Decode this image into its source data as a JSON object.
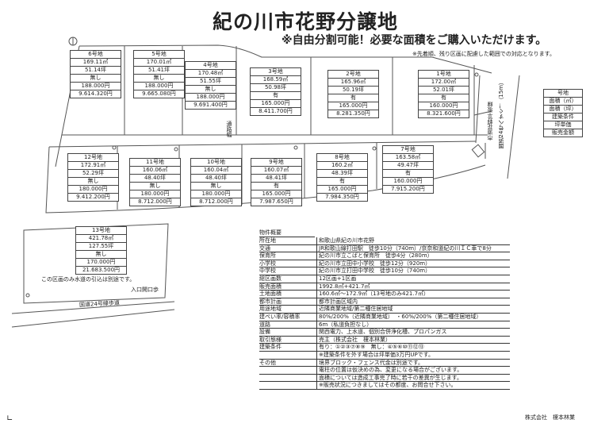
{
  "title": "紀の川市花野分譲地",
  "subtitle": "※自由分割可能！必要な面積をご購入いただけます。",
  "note": "※先着順、残り区画に配慮した範囲での対応となります。",
  "legend": [
    "号地",
    "面積（㎡）",
    "面積（坪）",
    "建築条件",
    "坪単価",
    "販売金額"
  ],
  "lots": [
    {
      "name": "1号地",
      "sqm": "172.00㎡",
      "tsubo": "52.01坪",
      "condition": "有",
      "unit_price": "160.000円",
      "price": "8.321.600円"
    },
    {
      "name": "2号地",
      "sqm": "165.96㎡",
      "tsubo": "50.19坪",
      "condition": "有",
      "unit_price": "165.000円",
      "price": "8.281.350円"
    },
    {
      "name": "3号地",
      "sqm": "168.59㎡",
      "tsubo": "50.98坪",
      "condition": "有",
      "unit_price": "165.000円",
      "price": "8.411.700円"
    },
    {
      "name": "4号地",
      "sqm": "170.48㎡",
      "tsubo": "51.55坪",
      "condition": "無し",
      "unit_price": "188.000円",
      "price": "9.691.400円"
    },
    {
      "name": "5号地",
      "sqm": "170.01㎡",
      "tsubo": "51.41坪",
      "condition": "無し",
      "unit_price": "188.000円",
      "price": "9.665.080円"
    },
    {
      "name": "6号地",
      "sqm": "169.11㎡",
      "tsubo": "51.14坪",
      "condition": "無し",
      "unit_price": "188.000円",
      "price": "9.614.320円"
    },
    {
      "name": "7号地",
      "sqm": "163.58㎡",
      "tsubo": "49.47坪",
      "condition": "有",
      "unit_price": "160.000円",
      "price": "7.915.200円"
    },
    {
      "name": "8号地",
      "sqm": "160.2㎡",
      "tsubo": "48.39坪",
      "condition": "有",
      "unit_price": "165.000円",
      "price": "7.984.350円"
    },
    {
      "name": "9号地",
      "sqm": "160.07㎡",
      "tsubo": "48.41坪",
      "condition": "有",
      "unit_price": "165.000円",
      "price": "7.987.650円"
    },
    {
      "name": "10号地",
      "sqm": "160.04㎡",
      "tsubo": "48.40坪",
      "condition": "無し",
      "unit_price": "180.000円",
      "price": "8.712.000円"
    },
    {
      "name": "11号地",
      "sqm": "160.06㎡",
      "tsubo": "48.40坪",
      "condition": "無し",
      "unit_price": "180.000円",
      "price": "8.712.000円"
    },
    {
      "name": "12号地",
      "sqm": "172.91㎡",
      "tsubo": "52.29坪",
      "condition": "無し",
      "unit_price": "180.000円",
      "price": "9.412.200円"
    },
    {
      "name": "13号地",
      "sqm": "421.78㎡",
      "tsubo": "127.55坪",
      "condition": "無し",
      "unit_price": "170.000円",
      "price": "21.683.500円"
    }
  ],
  "map_labels": {
    "lot13_note": "この区画のみ水道の引込は別途です。",
    "entrance": "入口開口歩",
    "national_road": "国道24号線歩道",
    "city_road": "市道花野平坂線",
    "to_route24": "国道24号へすぐ！（15m）",
    "inner_road": "通路幅"
  },
  "spec": {
    "heading": "物件概要",
    "rows": [
      {
        "k": "所在地",
        "v": "和歌山県紀の川市花野"
      },
      {
        "k": "交通",
        "v": "JR和歌山線打田駅　徒歩10分（740m）/京奈和道紀の川ＩＣ車で8分"
      },
      {
        "k": "保育所",
        "v": "紀の川市立こばと保育所　徒歩4分（280m）"
      },
      {
        "k": "小学校",
        "v": "紀の川市立田中小学校　徒歩12分（920m）"
      },
      {
        "k": "中学校",
        "v": "紀の川市立打田中学校　徒歩10分（740m）"
      },
      {
        "k": "総区画数",
        "v": "12区画+1区画"
      },
      {
        "k": "販売面積",
        "v": "1992.8㎡+421.7㎡"
      },
      {
        "k": "土地面積",
        "v": "160.6㎡～172.9㎡（13号地のみ421.7㎡）"
      },
      {
        "k": "都市計画",
        "v": "都市計画区域内"
      },
      {
        "k": "用途地域",
        "v": "近隣商業地域/第二種住居地域"
      },
      {
        "k": "建ぺい率/容積率",
        "v": "80%/200%（近隣商業地域）　・60%/200%（第二種住居地域）"
      },
      {
        "k": "道路",
        "v": "6m（私道負担なし）"
      },
      {
        "k": "設備",
        "v": "関西電力、上水道、個別合併浄化槽、プロパンガス"
      },
      {
        "k": "取引態様",
        "v": "売主（株式会社　榎本林業）"
      },
      {
        "k": "建築条件",
        "v": "有り：①②③⑦⑧⑨　無し：④⑤⑥⑩⑪⑫⑬"
      },
      {
        "k": "",
        "v": "※建築条件を外す場合は坪単価3万円UPです。"
      },
      {
        "k": "その他",
        "v": "境界ブロック・フェンス代金は別途です。"
      },
      {
        "k": "",
        "v": "電柱の位置は仮決めの為、変更になる場合がございます。"
      },
      {
        "k": "",
        "v": "面積については造成工事完了時に若干の差異が生じます。"
      },
      {
        "k": "",
        "v": "※販売状況につきましてはその都度、お問合せ下さい。"
      }
    ]
  },
  "company": "株式会社　榎本林業"
}
